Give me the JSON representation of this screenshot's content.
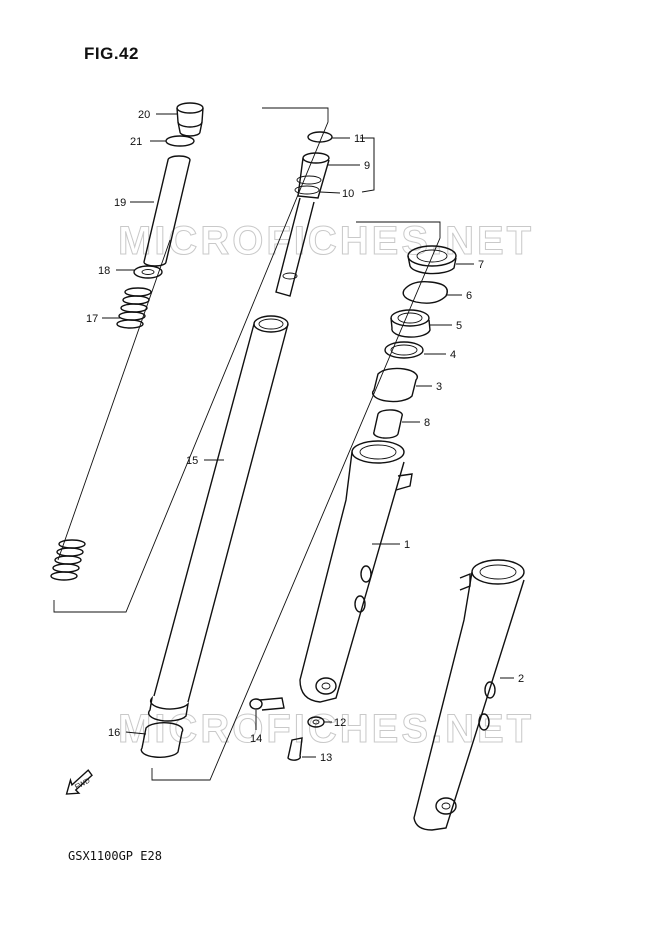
{
  "figure_title": "FIG.42",
  "model_code": "GSX1100GP  E28",
  "watermark": "MICROFICHES.NET",
  "fwd_label": "FWD",
  "parts": [
    {
      "num": "1"
    },
    {
      "num": "2"
    },
    {
      "num": "3"
    },
    {
      "num": "4"
    },
    {
      "num": "5"
    },
    {
      "num": "6"
    },
    {
      "num": "7"
    },
    {
      "num": "8"
    },
    {
      "num": "9"
    },
    {
      "num": "10"
    },
    {
      "num": "11"
    },
    {
      "num": "12"
    },
    {
      "num": "13"
    },
    {
      "num": "14"
    },
    {
      "num": "15"
    },
    {
      "num": "16"
    },
    {
      "num": "17"
    },
    {
      "num": "18"
    },
    {
      "num": "19"
    },
    {
      "num": "20"
    },
    {
      "num": "21"
    }
  ]
}
